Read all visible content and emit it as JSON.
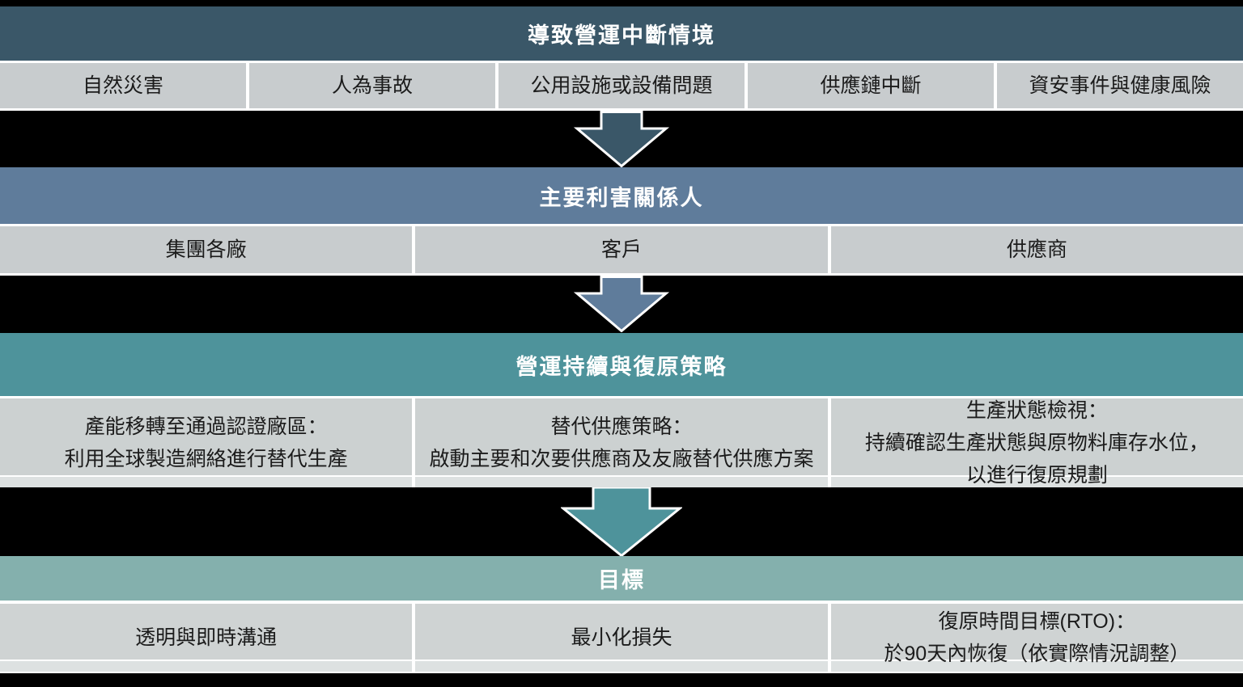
{
  "colors": {
    "c-sec1": "#3A5768",
    "c-sec2": "#5F7C9B",
    "c-sec3": "#4E939B",
    "c-sec4": "#84B0AD",
    "c-gray12": "#C8CCCE",
    "c-gray34": "#CCD1D1",
    "c-gray4": "#CFD3D3",
    "c-strip": "#DDE1E1",
    "background": "#000000",
    "border": "#FFFFFF",
    "cell_text": "#1B1B1B",
    "header_text": "#FFFFFF"
  },
  "sections": [
    {
      "header": "導致營運中斷情境",
      "cells": [
        {
          "lines": [
            "自然災害"
          ]
        },
        {
          "lines": [
            "人為事故"
          ]
        },
        {
          "lines": [
            "公用設施或設備問題"
          ]
        },
        {
          "lines": [
            "供應鏈中斷"
          ]
        },
        {
          "lines": [
            "資安事件與健康風險"
          ]
        }
      ]
    },
    {
      "header": "主要利害關係人",
      "cells": [
        {
          "lines": [
            "集團各廠"
          ]
        },
        {
          "lines": [
            "客戶"
          ]
        },
        {
          "lines": [
            "供應商"
          ]
        }
      ]
    },
    {
      "header": "營運持續與復原策略",
      "cells": [
        {
          "lines": [
            "產能移轉至通過認證廠區：",
            "利用全球製造網絡進行替代生產"
          ]
        },
        {
          "lines": [
            "替代供應策略：",
            "啟動主要和次要供應商及友廠替代供應方案"
          ]
        },
        {
          "lines": [
            "生產狀態檢視：",
            "持續確認生產狀態與原物料庫存水位，",
            "以進行復原規劃"
          ]
        }
      ]
    },
    {
      "header": "目標",
      "cells": [
        {
          "lines": [
            "透明與即時溝通"
          ]
        },
        {
          "lines": [
            "最小化損失"
          ]
        },
        {
          "lines": [
            "復原時間目標(RTO)：",
            "於90天內恢復（依實際情況調整）"
          ]
        }
      ]
    }
  ],
  "arrows": [
    {
      "name": "arrow-1",
      "color_var": "c-sec1"
    },
    {
      "name": "arrow-2",
      "color_var": "c-sec2"
    },
    {
      "name": "arrow-3",
      "color_var": "c-sec3"
    }
  ]
}
